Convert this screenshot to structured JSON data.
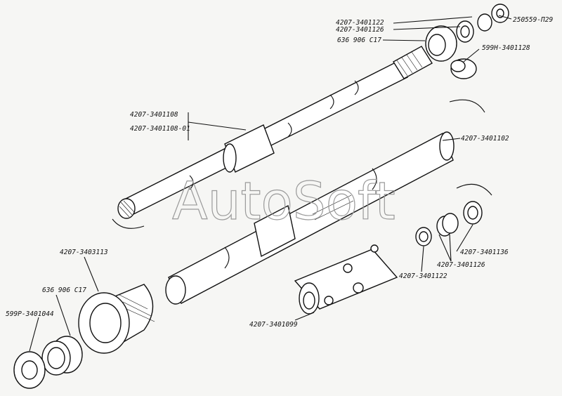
{
  "watermark": "AutoSoft",
  "labels": {
    "l1": "4207-3401122",
    "l2": "4207-3401126",
    "l3": "250559-П29",
    "l4": "636 906 С17",
    "l5": "599Н-3401128",
    "l6": "4207-3401108",
    "l7": "4207-3401108-01",
    "l8": "4207-3401102",
    "l9": "4207-3403113",
    "l10": "4207-3401136",
    "l11": "4207-3401126",
    "l12": "4207-3401122",
    "l13": "636 906 С17",
    "l14": "599Р-3401044",
    "l15": "4207-3401099"
  }
}
